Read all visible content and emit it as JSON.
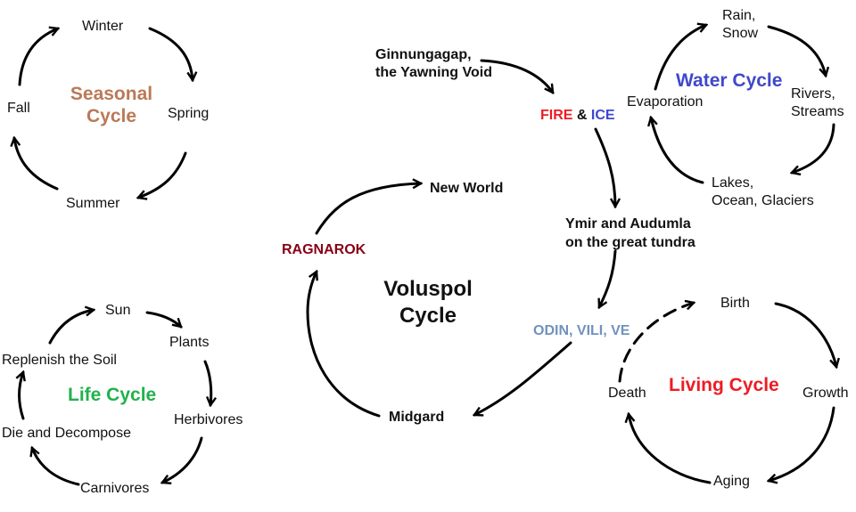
{
  "colors": {
    "seasonal": "#b97a57",
    "water": "#3f48cc",
    "life": "#22b14c",
    "living": "#ed1c24",
    "ragnarok": "#880015",
    "fire": "#ed1c24",
    "ice": "#3f48cc",
    "odin": "#7092be",
    "text": "#111111"
  },
  "seasonal": {
    "title_line1": "Seasonal",
    "title_line2": "Cycle",
    "winter": "Winter",
    "spring": "Spring",
    "summer": "Summer",
    "fall": "Fall"
  },
  "life": {
    "title": "Life Cycle",
    "sun": "Sun",
    "plants": "Plants",
    "herbivores": "Herbivores",
    "carnivores": "Carnivores",
    "decompose": "Die and Decompose",
    "replenish": "Replenish the Soil"
  },
  "voluspol": {
    "title_line1": "Voluspol",
    "title_line2": "Cycle",
    "ginnungagap_line1": "Ginnungagap,",
    "ginnungagap_line2": "the Yawning Void",
    "fire": "FIRE",
    "amp": "&",
    "ice": "ICE",
    "ymir_line1": "Ymir and Audumla",
    "ymir_line2": "on the great tundra",
    "odin": "ODIN, VILI, VE",
    "midgard": "Midgard",
    "ragnarok": "RAGNAROK",
    "new_world": "New World"
  },
  "water": {
    "title": "Water Cycle",
    "rain_line1": "Rain,",
    "rain_line2": "Snow",
    "rivers_line1": "Rivers,",
    "rivers_line2": "Streams",
    "lakes_line1": "Lakes,",
    "lakes_line2": "Ocean, Glaciers",
    "evaporation": "Evaporation"
  },
  "living": {
    "title": "Living Cycle",
    "birth": "Birth",
    "growth": "Growth",
    "aging": "Aging",
    "death": "Death"
  }
}
